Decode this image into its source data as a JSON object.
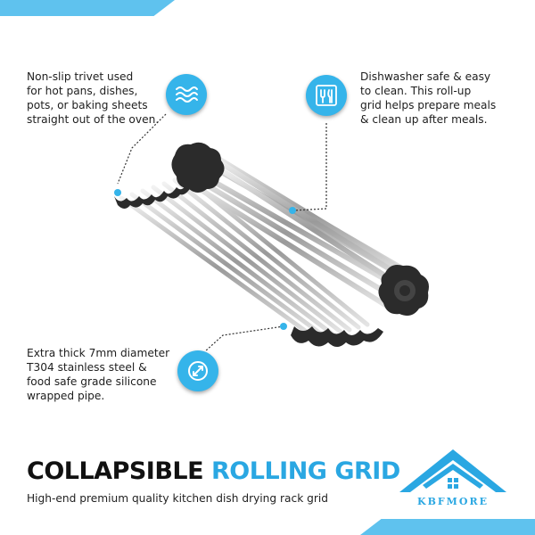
{
  "features": {
    "nonslip": {
      "icon": "heat-waves-icon",
      "lines": [
        "Non-slip trivet used",
        "for hot pans, dishes,",
        "pots, or baking sheets",
        "straight out of the oven."
      ]
    },
    "dishwasher": {
      "icon": "dishwasher-icon",
      "lines": [
        "Dishwasher safe & easy",
        "to clean. This roll-up",
        "grid helps prepare meals",
        "& clean up after meals."
      ]
    },
    "steel": {
      "icon": "pipe-diameter-icon",
      "lines": [
        "Extra thick 7mm diameter",
        "T304 stainless steel &",
        "food safe grade silicone",
        "wrapped pipe."
      ]
    }
  },
  "headline": {
    "dark": "COLLAPSIBLE",
    "blue": "ROLLING GRID"
  },
  "subline": "High-end premium quality kitchen dish drying rack grid",
  "brand": {
    "name": "KBFMORE",
    "icon": "house-logo-icon"
  },
  "colors": {
    "accent": "#35b4ea",
    "headline_blue": "#2aa7e2",
    "silicone": "#2b2b2b"
  }
}
